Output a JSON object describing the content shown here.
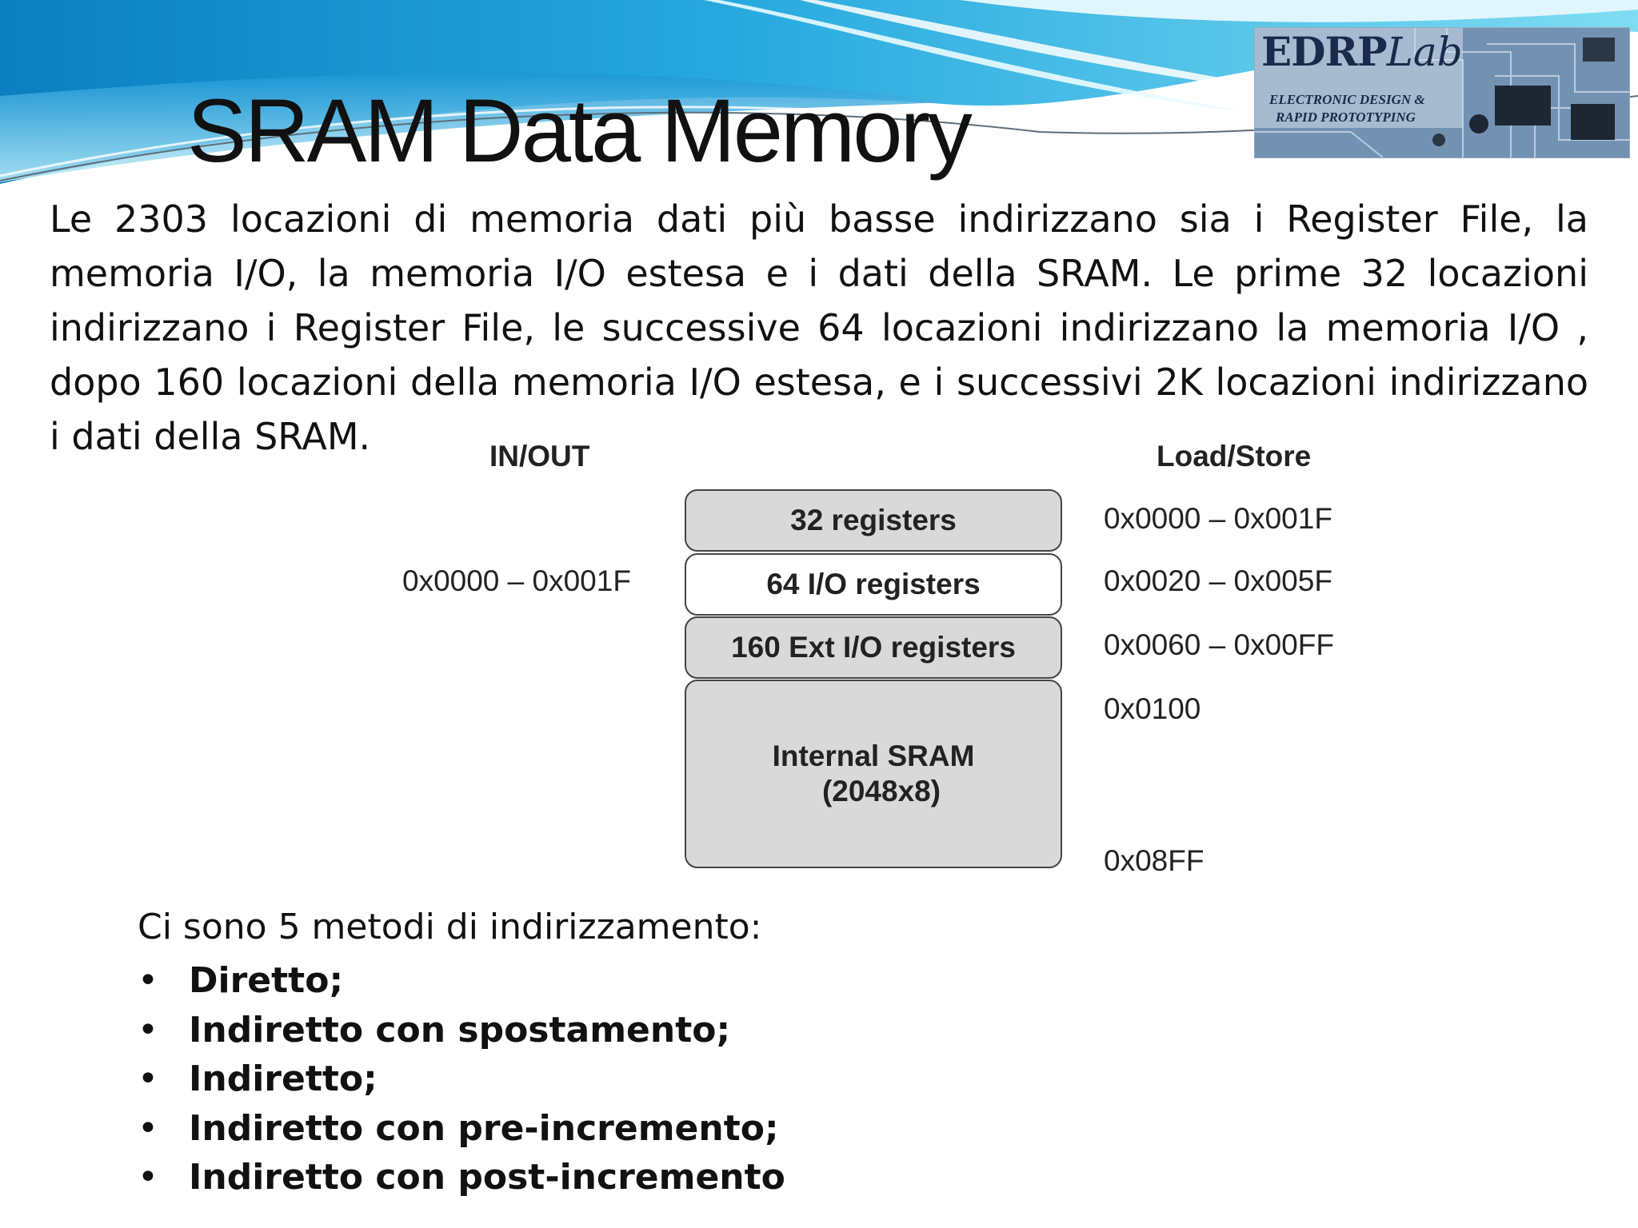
{
  "logo": {
    "title_main": "EDRP",
    "title_italic": "Lab",
    "subtitle_line1": "ELECTRONIC DESIGN &",
    "subtitle_line2": "RAPID PROTOTYPING"
  },
  "title": "SRAM Data Memory",
  "intro_text": "Le 2303 locazioni di memoria dati più basse indirizzano sia  i Register File, la memoria I/O, la memoria I/O estesa e i dati della SRAM. Le prime 32 locazioni indirizzano i Register File, le successive 64 locazioni indirizzano la memoria I/O , dopo 160 locazioni della memoria I/O estesa, e i successivi 2K locazioni indirizzano i dati della SRAM.",
  "memory_map": {
    "left_header": "IN/OUT",
    "right_header": "Load/Store",
    "blocks": [
      {
        "label": "32 registers"
      },
      {
        "label": "64 I/O registers"
      },
      {
        "label": "160 Ext I/O registers"
      },
      {
        "label": "Internal SRAM",
        "sublabel": "(2048x8)"
      }
    ],
    "left_addresses": [
      "0x0000 – 0x001F"
    ],
    "right_addresses": [
      "0x0000 – 0x001F",
      "0x0020 – 0x005F",
      "0x0060 – 0x00FF",
      "0x0100",
      "0x08FF"
    ]
  },
  "methods": {
    "intro": "Ci sono 5 metodi di indirizzamento:",
    "bullet": "•",
    "items": [
      "Diretto;",
      "Indiretto con spostamento;",
      "Indiretto;",
      "Indiretto con pre-incremento;",
      "Indiretto con post-incremento"
    ]
  },
  "colors": {
    "wave_dark": "#0b7fc0",
    "wave_light": "#5fd0ee",
    "text": "#111111",
    "block_fill": "#d9d9d9",
    "block_border": "#444444"
  }
}
